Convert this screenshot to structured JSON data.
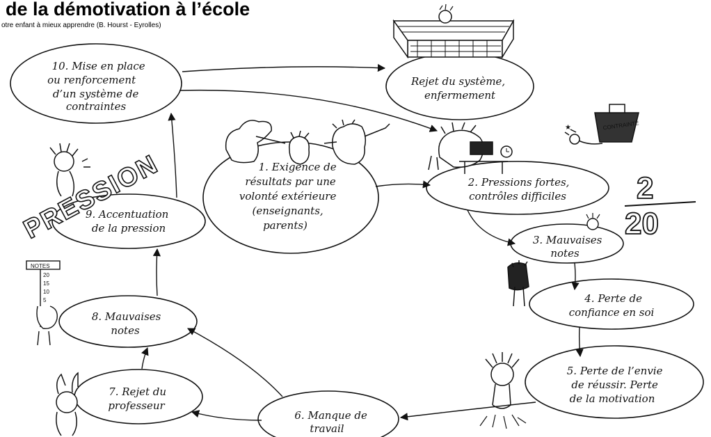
{
  "header": {
    "title": "de la démotivation à l’école",
    "subtitle": "otre enfant à mieux apprendre (B. Hourst - Eyrolles)"
  },
  "nodes": {
    "n1": [
      "1. Exigence de",
      "résultats par une",
      "volonté extérieure",
      "(enseignants,",
      "parents)"
    ],
    "n2": [
      "2. Pressions fortes,",
      "contrôles difficiles"
    ],
    "n3": [
      "3. Mauvaises",
      "notes"
    ],
    "n4": [
      "4. Perte de",
      "confiance en soi"
    ],
    "n5": [
      "5. Perte de l’envie",
      "de réussir. Perte",
      "de la motivation"
    ],
    "n6": [
      "6. Manque de",
      "travail"
    ],
    "n7": [
      "7. Rejet du",
      "professeur"
    ],
    "n8": [
      "8. Mauvaises",
      "notes"
    ],
    "n9": [
      "9. Accentuation",
      "de la pression"
    ],
    "n10": [
      "10. Mise en place",
      "ou renforcement",
      "d’un système de",
      "contraintes"
    ],
    "rejet": [
      "Rejet du système,",
      "enfermement"
    ]
  },
  "illustrations": {
    "pression_word": "PRESSION",
    "notes_sign": "NOTES",
    "gauge_ticks": [
      "20",
      "15",
      "10",
      "5"
    ],
    "grade_top": "2",
    "grade_bottom": "20",
    "weight_label": "CONTRAINTE"
  }
}
